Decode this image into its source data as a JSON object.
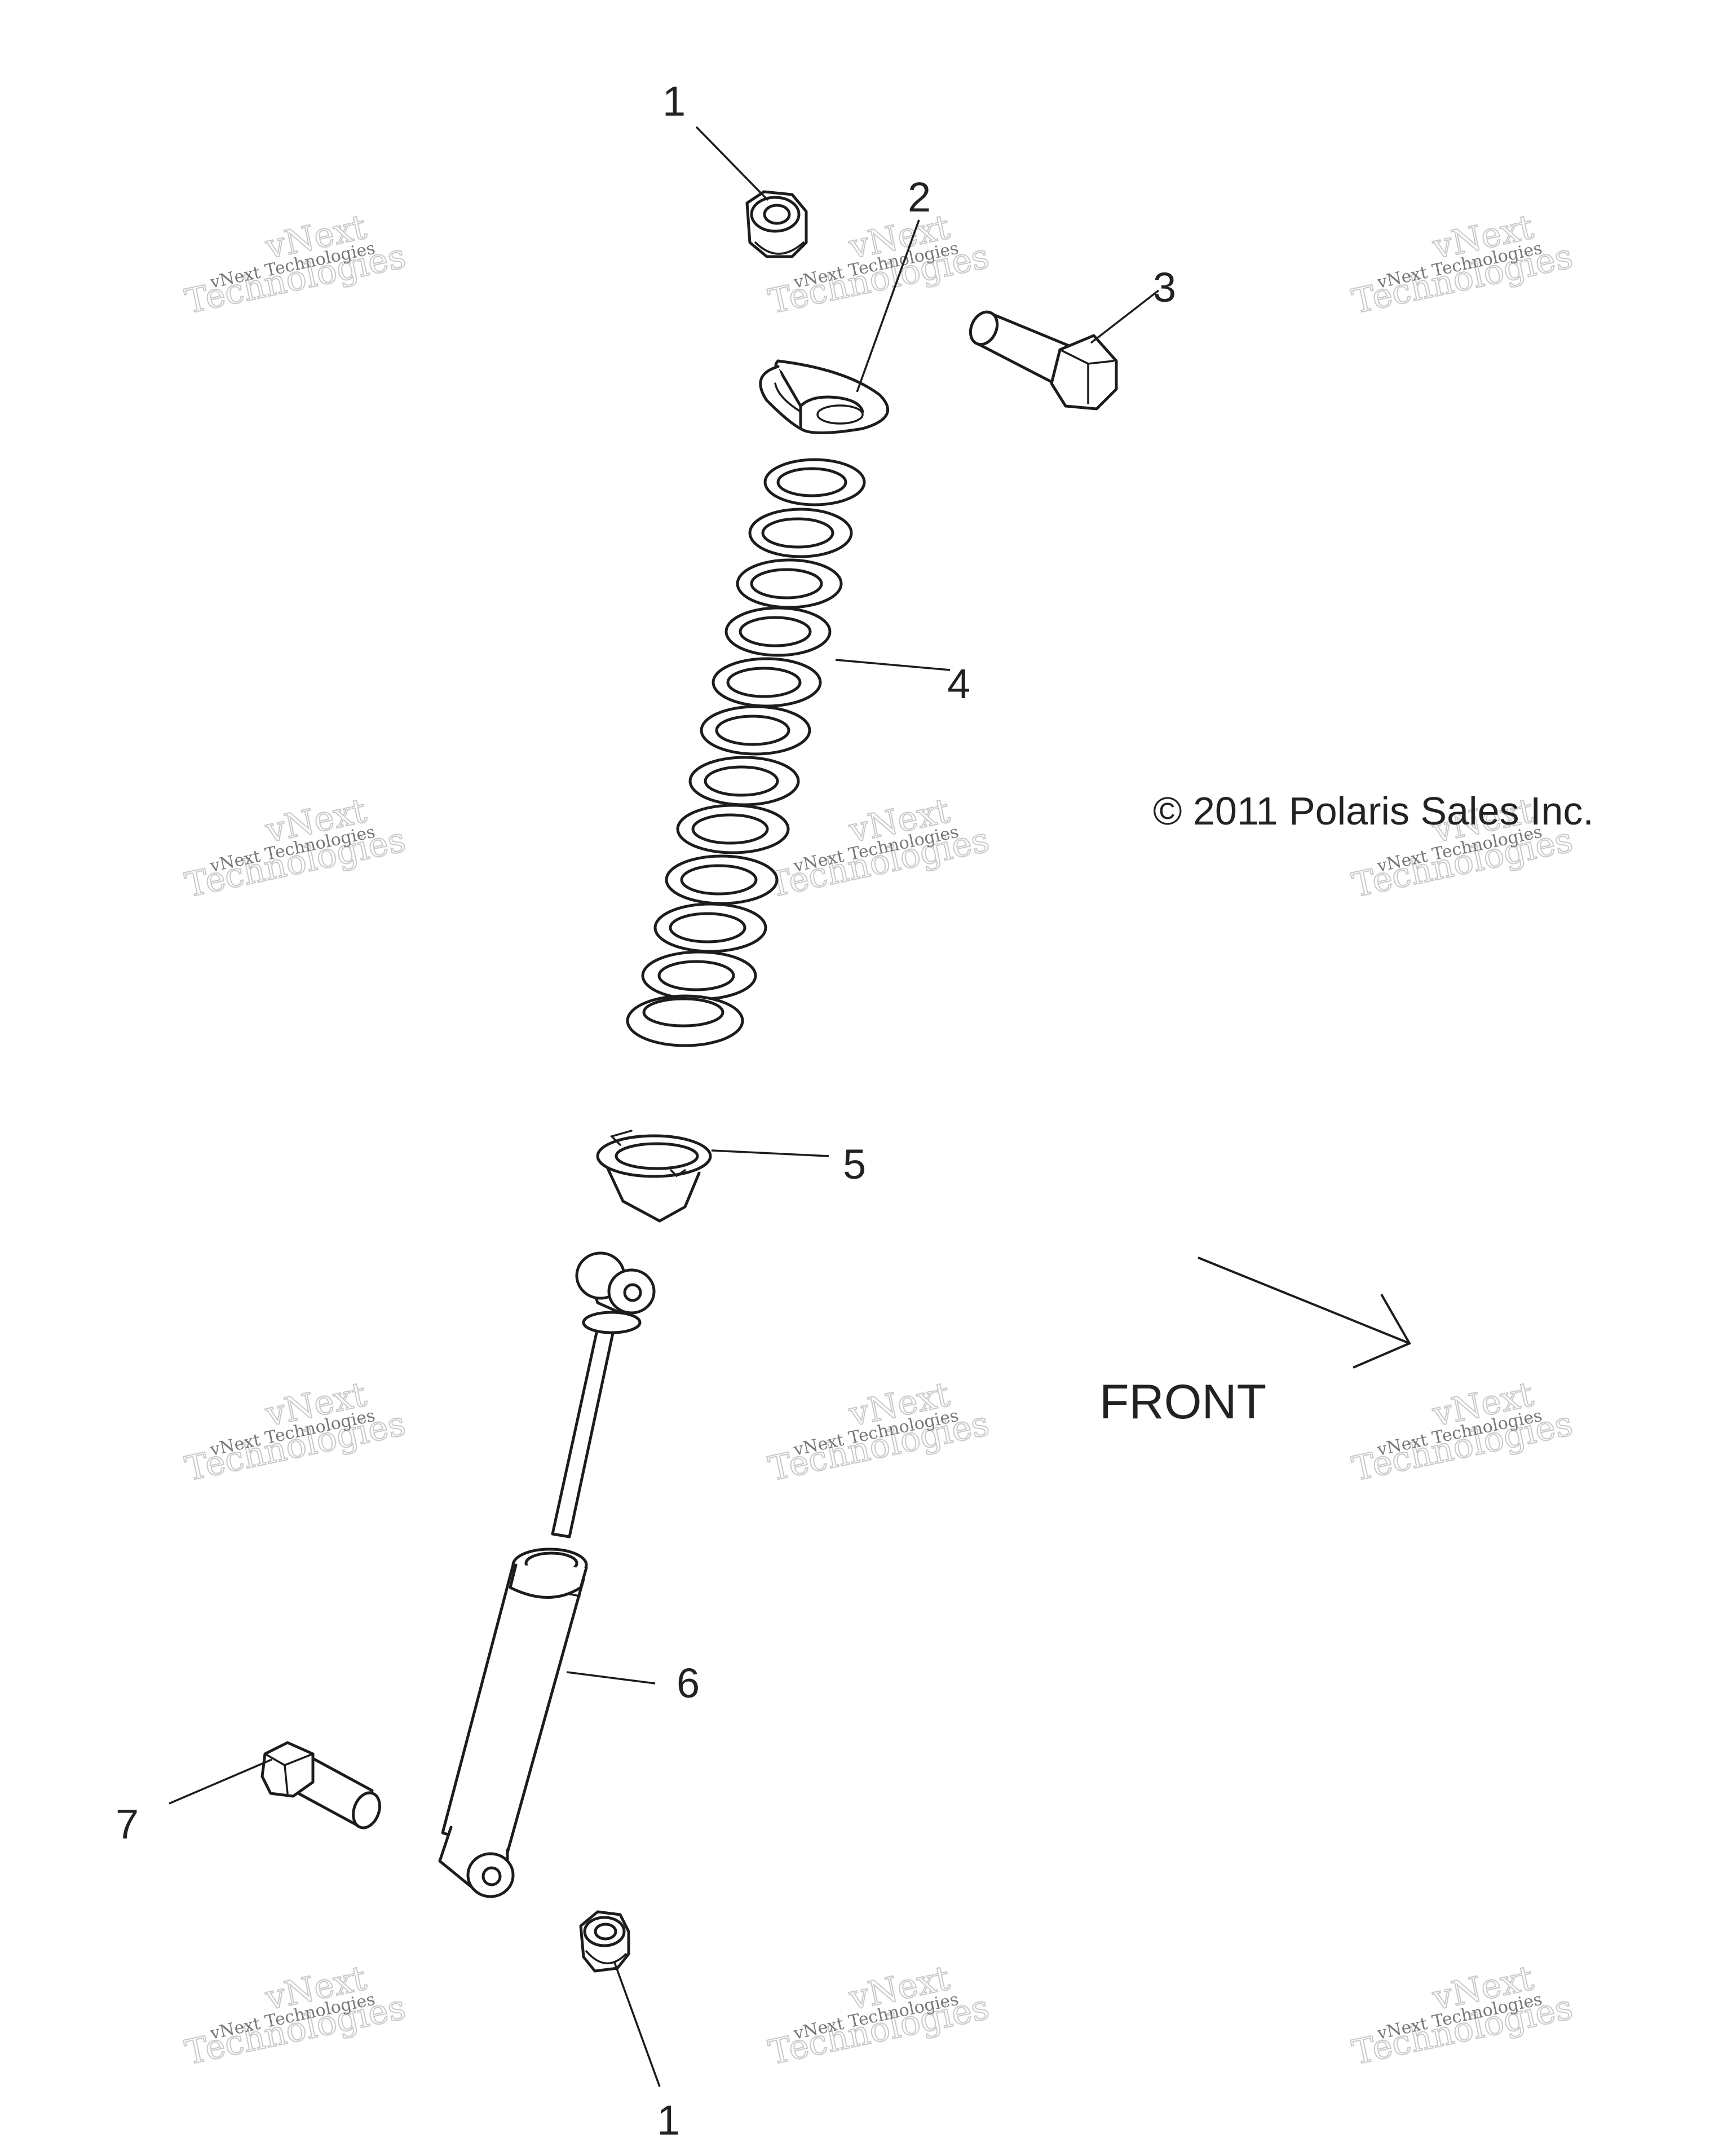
{
  "copyright": "© 2011 Polaris Sales Inc.",
  "front_label": "FRONT",
  "watermark": {
    "line1": "vNext Technologies",
    "line2": "vNext",
    "line3": "Technologies"
  },
  "callouts": {
    "c1_top": "1",
    "c2": "2",
    "c3": "3",
    "c4": "4",
    "c5": "5",
    "c6": "6",
    "c7": "7",
    "c1_bottom": "1"
  },
  "parts": [
    {
      "label": "1",
      "icon": "flange-nut-icon"
    },
    {
      "label": "2",
      "icon": "washer-icon"
    },
    {
      "label": "3",
      "icon": "bolt-icon"
    },
    {
      "label": "4",
      "icon": "coil-spring-icon"
    },
    {
      "label": "5",
      "icon": "spring-retainer-icon"
    },
    {
      "label": "6",
      "icon": "shock-absorber-icon"
    },
    {
      "label": "7",
      "icon": "bolt-icon"
    }
  ]
}
